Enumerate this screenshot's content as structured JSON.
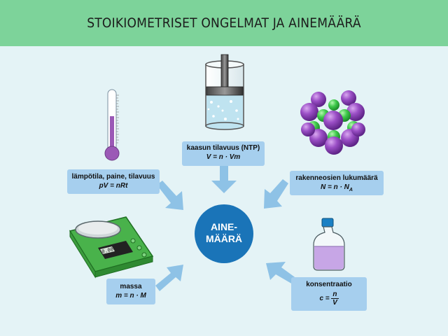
{
  "title": "STOIKIOMETRISET ONGELMAT JA AINEMÄÄRÄ",
  "center": {
    "text": "AINE-\nMÄÄRÄ"
  },
  "boxes": {
    "gas": {
      "label": "kaasun tilavuus (NTP)",
      "formula": "V = n · Vm"
    },
    "tpv": {
      "label": "lämpötila, paine, tilavuus",
      "formula": "pV = nRt"
    },
    "particles": {
      "label": "rakenneosien lukumäärä",
      "formula_prefix": "N = n · N",
      "formula_sub": "A"
    },
    "mass": {
      "label": "massa",
      "formula": "m = n · M"
    },
    "conc": {
      "label": "konsentraatio",
      "formula_prefix": "c = ",
      "numerator": "n",
      "denominator": "V"
    }
  },
  "scale_display": "0.00",
  "colors": {
    "header": "#7dd39a",
    "background": "#e4f3f6",
    "box": "#a6cfee",
    "arrow": "#8ec2e6",
    "center": "#1a74b8",
    "sphere_purple": "#8e44ad",
    "sphere_green": "#3ec94a",
    "liquid": "#c7a6e6"
  },
  "icons": [
    "thermometer-icon",
    "gas-cylinder-icon",
    "crystal-lattice-icon",
    "scale-icon",
    "bottle-icon"
  ]
}
